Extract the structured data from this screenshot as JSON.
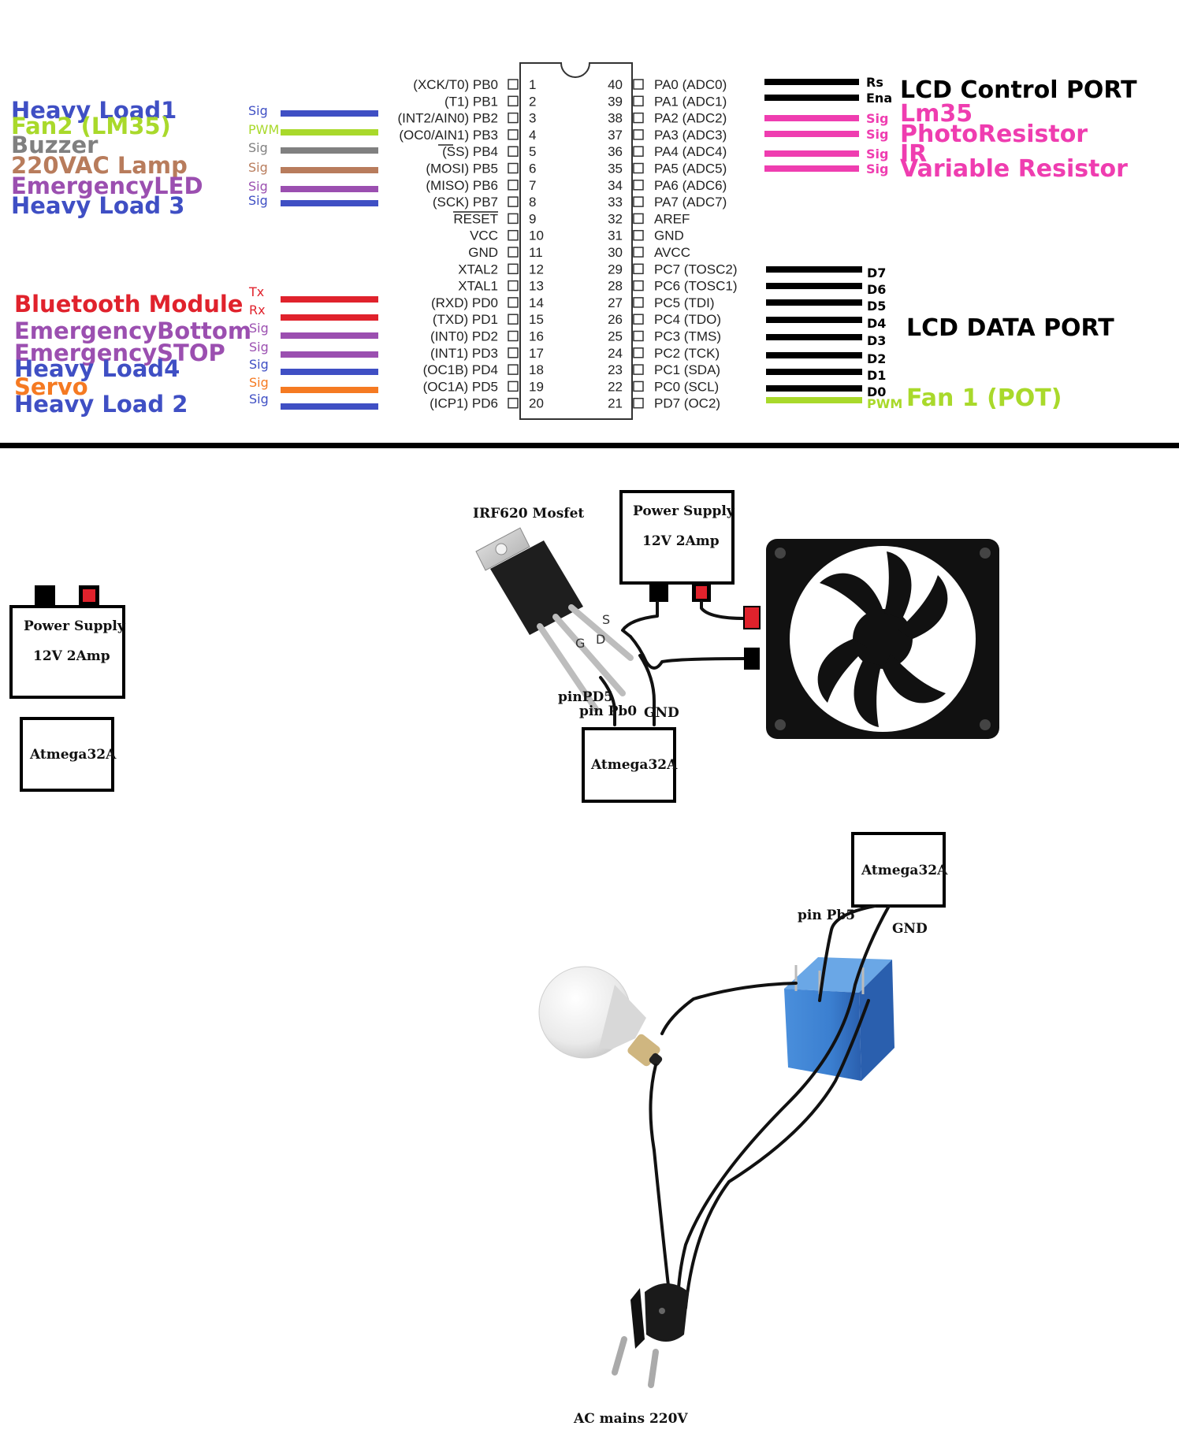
{
  "colors": {
    "blue": "#3f4fc4",
    "lime": "#a9d92b",
    "gray": "#808080",
    "brown": "#b87c5c",
    "purple": "#9b4fb0",
    "red": "#e0222c",
    "orange": "#f57a22",
    "magenta": "#ef3db0",
    "black": "#000000"
  },
  "left_top_labels": [
    {
      "text": "Heavy Load1",
      "color": "blue"
    },
    {
      "text": "Fan2 (LM35)",
      "color": "lime"
    },
    {
      "text": "Buzzer",
      "color": "gray"
    },
    {
      "text": "220VAC Lamp",
      "color": "brown"
    },
    {
      "text": "EmergencyLED",
      "color": "purple"
    },
    {
      "text": "Heavy Load 3",
      "color": "blue"
    }
  ],
  "left_top_wires": [
    {
      "tag": "Sig",
      "color": "blue"
    },
    {
      "tag": "PWM",
      "color": "lime"
    },
    {
      "tag": "Sig",
      "color": "gray"
    },
    {
      "tag": "Sig",
      "color": "brown"
    },
    {
      "tag": "Sig",
      "color": "purple"
    },
    {
      "tag": "Sig",
      "color": "blue"
    }
  ],
  "left_bottom_labels": [
    {
      "text": "Bluetooth Module",
      "color": "red"
    },
    {
      "text": "EmergencyBottom",
      "color": "purple"
    },
    {
      "text": "EmergencySTOP",
      "color": "purple"
    },
    {
      "text": "Heavy Load4",
      "color": "blue"
    },
    {
      "text": "Servo",
      "color": "orange"
    },
    {
      "text": "Heavy Load 2",
      "color": "blue"
    }
  ],
  "left_bottom_wires": [
    {
      "tag": "Tx",
      "color": "red"
    },
    {
      "tag": "Rx",
      "color": "red"
    },
    {
      "tag": "Sig",
      "color": "purple"
    },
    {
      "tag": "Sig",
      "color": "purple"
    },
    {
      "tag": "Sig",
      "color": "blue"
    },
    {
      "tag": "Sig",
      "color": "orange"
    },
    {
      "tag": "Sig",
      "color": "blue"
    }
  ],
  "chip_left_pins": [
    {
      "name": "(XCK/T0)  PB0",
      "num": "1"
    },
    {
      "name": "(T1)  PB1",
      "num": "2"
    },
    {
      "name": "(INT2/AIN0)  PB2",
      "num": "3"
    },
    {
      "name": "(OC0/AIN1)  PB3",
      "num": "4"
    },
    {
      "name": "(SS)  PB4",
      "num": "5"
    },
    {
      "name": "(MOSI)  PB5",
      "num": "6"
    },
    {
      "name": "(MISO)  PB6",
      "num": "7"
    },
    {
      "name": "(SCK)  PB7",
      "num": "8"
    },
    {
      "name": "RESET",
      "num": "9"
    },
    {
      "name": "VCC",
      "num": "10"
    },
    {
      "name": "GND",
      "num": "11"
    },
    {
      "name": "XTAL2",
      "num": "12"
    },
    {
      "name": "XTAL1",
      "num": "13"
    },
    {
      "name": "(RXD)  PD0",
      "num": "14"
    },
    {
      "name": "(TXD)  PD1",
      "num": "15"
    },
    {
      "name": "(INT0)  PD2",
      "num": "16"
    },
    {
      "name": "(INT1)  PD3",
      "num": "17"
    },
    {
      "name": "(OC1B)  PD4",
      "num": "18"
    },
    {
      "name": "(OC1A)  PD5",
      "num": "19"
    },
    {
      "name": "(ICP1)  PD6",
      "num": "20"
    }
  ],
  "chip_right_pins": [
    {
      "num": "40",
      "name": "PA0  (ADC0)"
    },
    {
      "num": "39",
      "name": "PA1  (ADC1)"
    },
    {
      "num": "38",
      "name": "PA2  (ADC2)"
    },
    {
      "num": "37",
      "name": "PA3  (ADC3)"
    },
    {
      "num": "36",
      "name": "PA4  (ADC4)"
    },
    {
      "num": "35",
      "name": "PA5  (ADC5)"
    },
    {
      "num": "34",
      "name": "PA6  (ADC6)"
    },
    {
      "num": "33",
      "name": "PA7  (ADC7)"
    },
    {
      "num": "32",
      "name": "AREF"
    },
    {
      "num": "31",
      "name": "GND"
    },
    {
      "num": "30",
      "name": "AVCC"
    },
    {
      "num": "29",
      "name": "PC7  (TOSC2)"
    },
    {
      "num": "28",
      "name": "PC6  (TOSC1)"
    },
    {
      "num": "27",
      "name": "PC5  (TDI)"
    },
    {
      "num": "26",
      "name": "PC4  (TDO)"
    },
    {
      "num": "25",
      "name": "PC3  (TMS)"
    },
    {
      "num": "24",
      "name": "PC2  (TCK)"
    },
    {
      "num": "23",
      "name": "PC1  (SDA)"
    },
    {
      "num": "22",
      "name": "PC0  (SCL)"
    },
    {
      "num": "21",
      "name": "PD7  (OC2)"
    }
  ],
  "right_top_wires": [
    {
      "tag": "Rs",
      "color": "black"
    },
    {
      "tag": "Ena",
      "color": "black"
    },
    {
      "tag": "Sig",
      "color": "magenta"
    },
    {
      "tag": "Sig",
      "color": "magenta"
    },
    {
      "tag": "Sig",
      "color": "magenta"
    },
    {
      "tag": "Sig",
      "color": "magenta"
    }
  ],
  "right_top_labels": [
    {
      "text": "LCD Control PORT",
      "color": "black"
    },
    {
      "text": "Lm35",
      "color": "magenta"
    },
    {
      "text": "PhotoResistor",
      "color": "magenta"
    },
    {
      "text": "IR",
      "color": "magenta"
    },
    {
      "text": "Variable Resistor",
      "color": "magenta"
    }
  ],
  "right_bottom_wires": [
    {
      "tag": "D7",
      "color": "black"
    },
    {
      "tag": "D6",
      "color": "black"
    },
    {
      "tag": "D5",
      "color": "black"
    },
    {
      "tag": "D4",
      "color": "black"
    },
    {
      "tag": "D3",
      "color": "black"
    },
    {
      "tag": "D2",
      "color": "black"
    },
    {
      "tag": "D1",
      "color": "black"
    },
    {
      "tag": "D0",
      "color": "black"
    },
    {
      "tag": "PWM",
      "color": "lime"
    }
  ],
  "lcd_data_label": "LCD DATA PORT",
  "fan1_label": "Fan 1 (POT)",
  "left_psu": {
    "line1": "Power Supply",
    "line2": "12V 2Amp"
  },
  "left_mcu": "Atmega32A",
  "fan_circuit": {
    "mosfet_label": "IRF620 Mosfet",
    "psu_line1": "Power Supply",
    "psu_line2": "12V 2Amp",
    "pin_s": "S",
    "pin_d": "D",
    "pin_g": "G",
    "pin_pd5": "pinPD5",
    "pin_pb0": "pin Pb0",
    "gnd": "GND",
    "mcu": "Atmega32A"
  },
  "lamp_circuit": {
    "mcu": "Atmega32A",
    "pin_pb5": "pin Pb5",
    "gnd": "GND",
    "mains": "AC mains 220V"
  }
}
